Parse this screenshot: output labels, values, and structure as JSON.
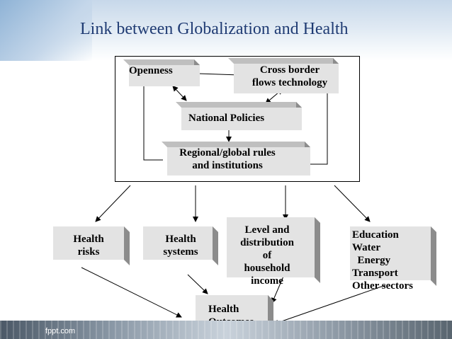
{
  "title": "Link between Globalization and Health",
  "footer": "fppt.com",
  "boxes": {
    "openness": "Openness",
    "cross_border": "Cross border\nflows technology",
    "national_policies": "National Policies",
    "regional_rules": "Regional/global rules\nand institutions",
    "health_risks": "Health\nrisks",
    "health_systems": "Health\nsystems",
    "household_income": "Level and\ndistribution\nof\nhousehold\nincome",
    "other_sectors": "Education\nWater\n  Energy\nTransport\nOther sectors",
    "health_outcomes": "Health\nOutcomes"
  }
}
